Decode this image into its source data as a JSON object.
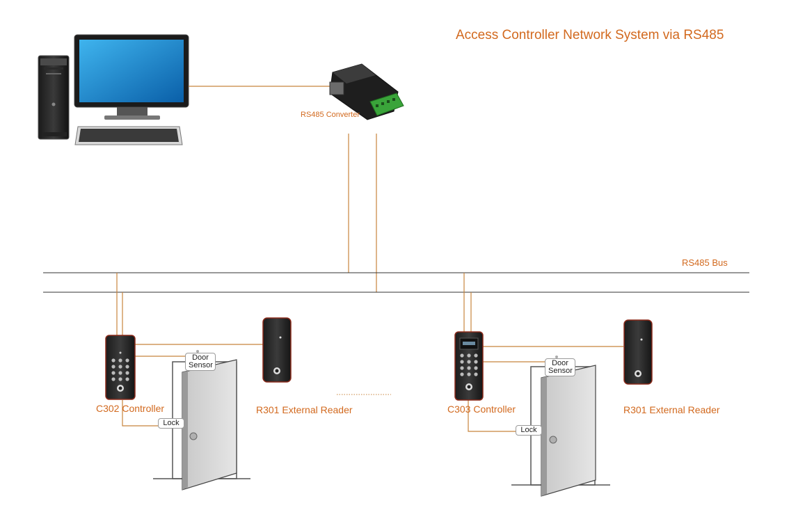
{
  "title": "Access Controller Network  System via RS485",
  "converter_label": "RS485 Converter",
  "bus_label": "RS485 Bus",
  "controller1": {
    "label": "C302 Controller",
    "door_sensor": "Door Sensor",
    "lock": "Lock"
  },
  "reader1": {
    "label": "R301 External Reader"
  },
  "controller2": {
    "label": "C303 Controller",
    "door_sensor": "Door Sensor",
    "lock": "Lock"
  },
  "reader2": {
    "label": "R301 External Reader"
  },
  "colors": {
    "accent": "#d2691e",
    "wire": "#c8843c",
    "bus": "#333333"
  }
}
